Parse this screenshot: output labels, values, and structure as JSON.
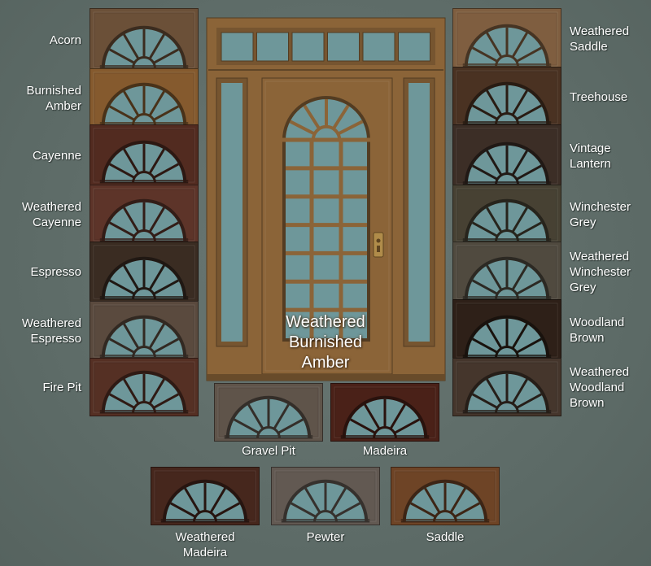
{
  "main_swatch": {
    "label": "Weathered\nBurnished\nAmber",
    "color": "#8b6438"
  },
  "left_column": [
    {
      "label": "Acorn",
      "color": "#6b5038"
    },
    {
      "label": "Burnished\nAmber",
      "color": "#855a2e"
    },
    {
      "label": "Cayenne",
      "color": "#522b20"
    },
    {
      "label": "Weathered\nCayenne",
      "color": "#5d3429"
    },
    {
      "label": "Espresso",
      "color": "#3a2c22"
    },
    {
      "label": "Weathered\nEspresso",
      "color": "#5a4a3e"
    },
    {
      "label": "Fire Pit",
      "color": "#553024"
    }
  ],
  "right_column": [
    {
      "label": "Weathered\nSaddle",
      "color": "#7f5e40"
    },
    {
      "label": "Treehouse",
      "color": "#4a3222"
    },
    {
      "label": "Vintage\nLantern",
      "color": "#3c2e26"
    },
    {
      "label": "Winchester\nGrey",
      "color": "#474133"
    },
    {
      "label": "Weathered\nWinchester\nGrey",
      "color": "#504a3f"
    },
    {
      "label": "Woodland\nBrown",
      "color": "#2e2018"
    },
    {
      "label": "Weathered\nWoodland\nBrown",
      "color": "#45362c"
    }
  ],
  "bottom_row_1": [
    {
      "label": "Gravel Pit",
      "color": "#5f544a"
    },
    {
      "label": "Madeira",
      "color": "#4a2118"
    }
  ],
  "bottom_row_2": [
    {
      "label": "Weathered\nMadeira",
      "color": "#46271d"
    },
    {
      "label": "Pewter",
      "color": "#625952"
    },
    {
      "label": "Saddle",
      "color": "#6e4426"
    }
  ],
  "glass_color": "#6e979a"
}
